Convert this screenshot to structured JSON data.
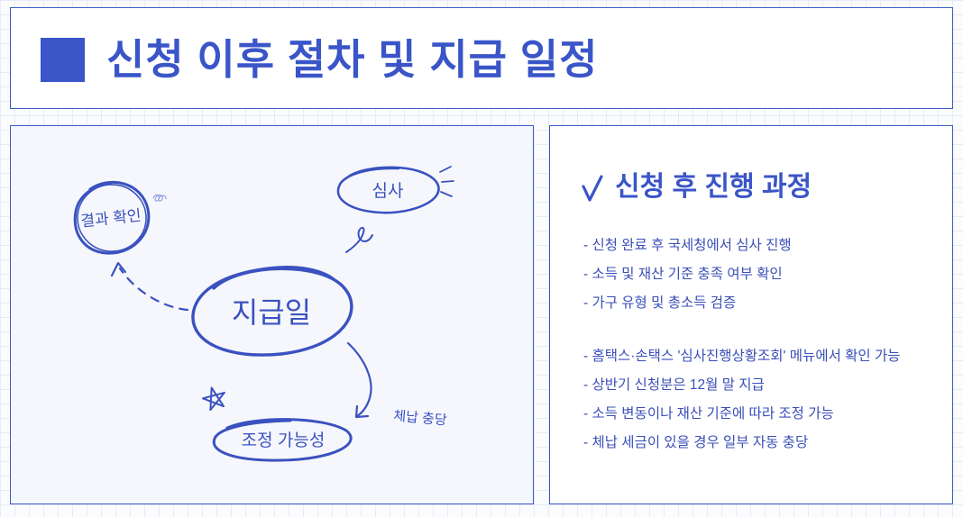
{
  "header": {
    "title": "신청 이후 절차 및 지급 일정"
  },
  "mindmap": {
    "result": "결과 확인",
    "review": "심사",
    "payday": "지급일",
    "adjust": "조정 가능성",
    "offset": "체납 충당"
  },
  "process": {
    "icon": "check-icon",
    "heading": "신청 후 진행 과정",
    "steps": [
      "- 신청 완료 후 국세청에서 심사 진행",
      "- 소득 및 재산 기준 충족 여부 확인",
      "- 가구 유형 및 총소득 검증"
    ],
    "notes": [
      "- 홈택스·손택스 '심사진행상황조회' 메뉴에서 확인 가능",
      "- 상반기 신청분은 12월 말 지급",
      "- 소득 변동이나 재산 기준에 따라 조정 가능",
      "- 체납 세금이 있을 경우 일부 자동 충당"
    ]
  },
  "colors": {
    "accent": "#3a55c8",
    "border": "#3b5bc4",
    "text": "#3a4fb8",
    "panel_bg": "#f6f7fc"
  }
}
